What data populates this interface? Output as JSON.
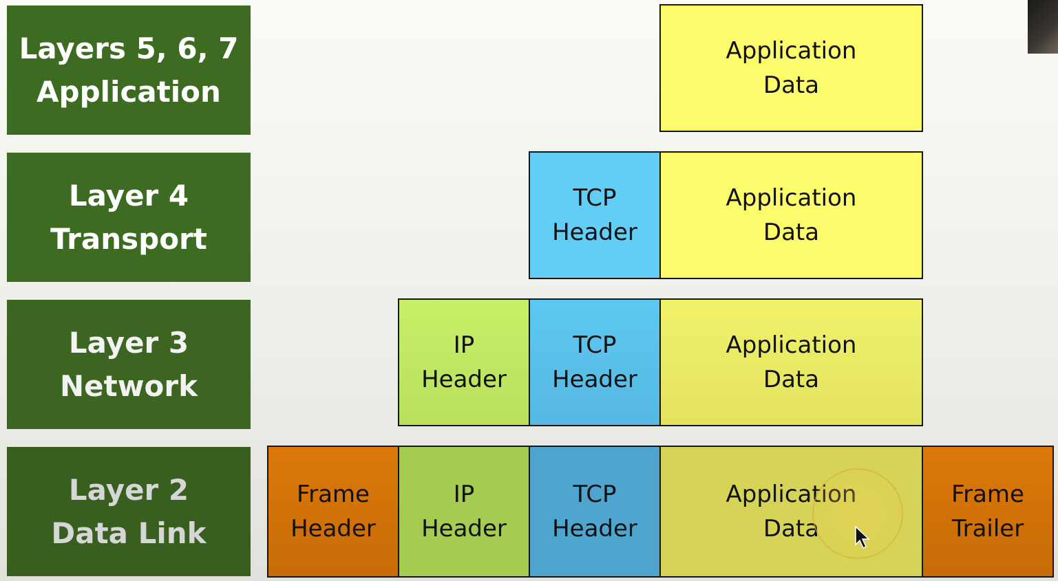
{
  "layers": [
    {
      "line1": "Layers 5, 6, 7",
      "line2": "Application"
    },
    {
      "line1": "Layer 4",
      "line2": "Transport"
    },
    {
      "line1": "Layer 3",
      "line2": "Network"
    },
    {
      "line1": "Layer 2",
      "line2": "Data Link"
    }
  ],
  "cells": {
    "app": {
      "line1": "Application",
      "line2": "Data"
    },
    "tcp": {
      "line1": "TCP",
      "line2": "Header"
    },
    "ip": {
      "line1": "IP",
      "line2": "Header"
    },
    "frame_header": {
      "line1": "Frame",
      "line2": "Header"
    },
    "frame_trailer": {
      "line1": "Frame",
      "line2": "Trailer"
    }
  },
  "colors": {
    "layer_label_bg": "#3e6b22",
    "application_data": "#fbfb6b",
    "tcp_header": "#62cdf5",
    "ip_header": "#c8ef68",
    "frame": "#db7808"
  }
}
